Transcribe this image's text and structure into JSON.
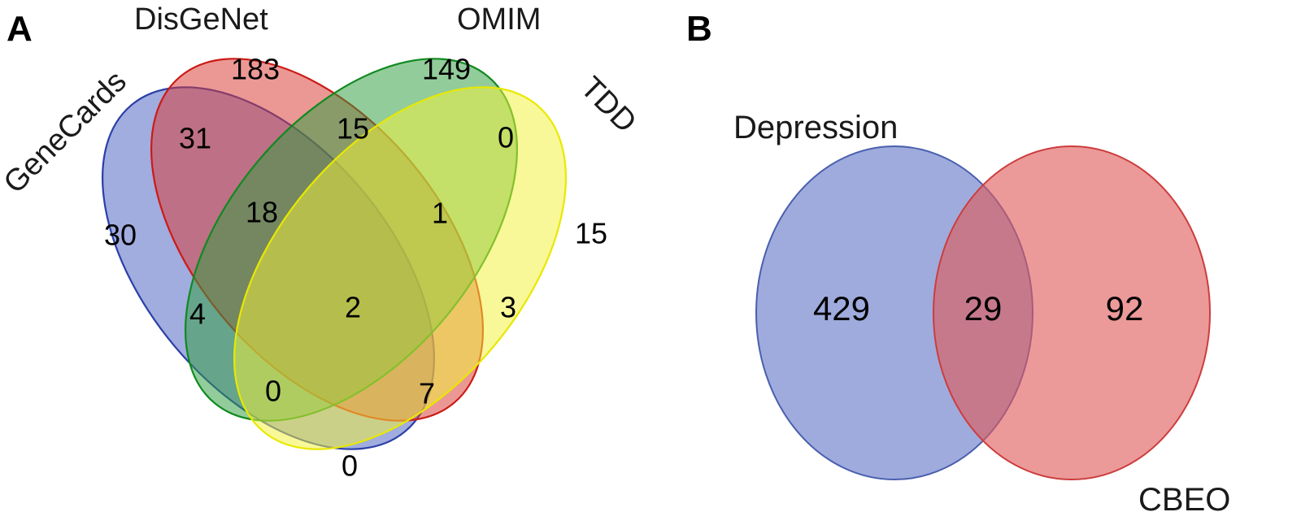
{
  "figure": {
    "background_color": "#ffffff",
    "panels": [
      {
        "letter": "A",
        "type": "venn4",
        "sets": [
          {
            "name": "GeneCards",
            "fill": "#4a5fc1",
            "stroke": "#2a3fa8",
            "label_rotation": -45
          },
          {
            "name": "DisGeNet",
            "fill": "#d93a34",
            "stroke": "#cc1a14",
            "label_rotation": 0
          },
          {
            "name": "OMIM",
            "fill": "#2f9e3f",
            "stroke": "#0f8a1f",
            "label_rotation": 0
          },
          {
            "name": "TDD",
            "fill": "#f2f23a",
            "stroke": "#e8e800",
            "label_rotation": 45
          }
        ],
        "regions": [
          {
            "id": "GeneCards_only",
            "label": "30"
          },
          {
            "id": "DisGeNet_only",
            "label": "183"
          },
          {
            "id": "OMIM_only",
            "label": "149"
          },
          {
            "id": "TDD_only",
            "label": "15"
          },
          {
            "id": "GeneCards_DisGeNet",
            "label": "31"
          },
          {
            "id": "DisGeNet_OMIM",
            "label": "15"
          },
          {
            "id": "OMIM_TDD",
            "label": "0"
          },
          {
            "id": "GeneCards_DisGeNet_OMIM",
            "label": "18"
          },
          {
            "id": "GeneCards_OMIM",
            "label": "4"
          },
          {
            "id": "DisGeNet_OMIM_TDD",
            "label": "1"
          },
          {
            "id": "GeneCards_DisGeNet_OMIM_TDD",
            "label": "2"
          },
          {
            "id": "DisGeNet_TDD",
            "label": "3"
          },
          {
            "id": "GeneCards_OMIM_TDD",
            "label": "0"
          },
          {
            "id": "DisGeNet_OMIM_TDD_lower",
            "label": "7"
          },
          {
            "id": "GeneCards_TDD",
            "label": "0"
          }
        ]
      },
      {
        "letter": "B",
        "type": "venn2",
        "sets": [
          {
            "name": "Depression",
            "fill": "#6478c8",
            "stroke": "#4a5fae"
          },
          {
            "name": "CBEO",
            "fill": "#e05a5a",
            "stroke": "#cc3d3d"
          }
        ],
        "regions": [
          {
            "id": "Depression_only",
            "label": "429"
          },
          {
            "id": "intersection",
            "label": "29"
          },
          {
            "id": "CBEO_only",
            "label": "92"
          }
        ]
      }
    ]
  },
  "chart_data": {
    "type": "venn",
    "title": "",
    "panels": [
      {
        "panel": "A",
        "type": "venn4",
        "set_names": [
          "GeneCards",
          "DisGeNet",
          "OMIM",
          "TDD"
        ],
        "set_colors": [
          "#4a5fc1",
          "#d93a34",
          "#2f9e3f",
          "#f2f23a"
        ],
        "counts": {
          "GeneCards": 30,
          "DisGeNet": 183,
          "OMIM": 149,
          "TDD": 15,
          "GeneCards&DisGeNet": 31,
          "GeneCards&OMIM": 4,
          "GeneCards&TDD": 0,
          "DisGeNet&OMIM": 15,
          "DisGeNet&TDD": 3,
          "OMIM&TDD": 0,
          "GeneCards&DisGeNet&OMIM": 18,
          "GeneCards&DisGeNet&TDD": 7,
          "GeneCards&OMIM&TDD": 0,
          "DisGeNet&OMIM&TDD": 1,
          "GeneCards&DisGeNet&OMIM&TDD": 2
        }
      },
      {
        "panel": "B",
        "type": "venn2",
        "set_names": [
          "Depression",
          "CBEO"
        ],
        "set_colors": [
          "#6478c8",
          "#e05a5a"
        ],
        "counts": {
          "Depression": 429,
          "Depression&CBEO": 29,
          "CBEO": 92
        }
      }
    ]
  }
}
